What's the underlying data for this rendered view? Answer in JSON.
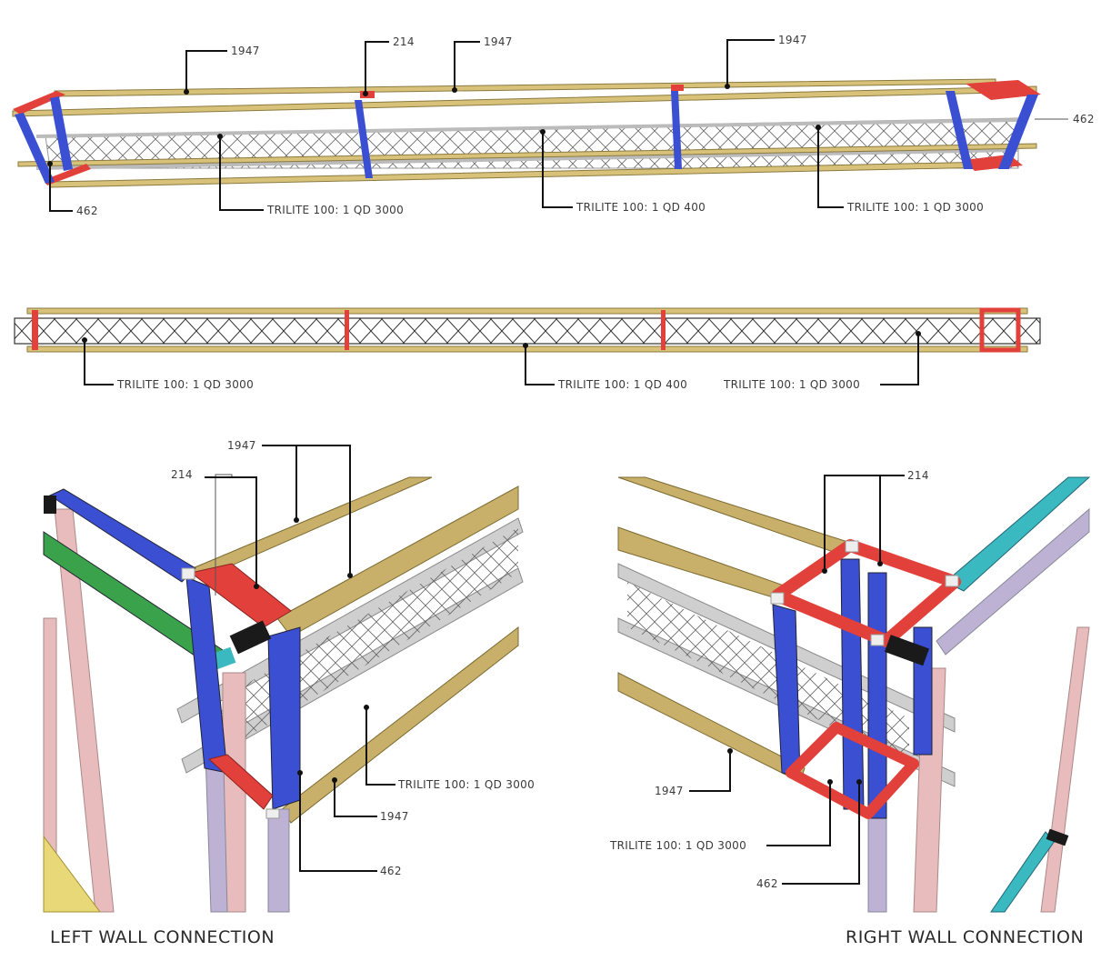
{
  "colors": {
    "gold": "#d8c27a",
    "blue": "#3a4fd1",
    "red": "#e2403b",
    "truss": "#d2d2d2",
    "pink": "#e8bcbc",
    "lavender": "#bdb2d3",
    "green": "#3aa24a",
    "teal": "#3bb9c0",
    "black": "#1a1a1a",
    "tan": "#c9a66b"
  },
  "top_view": {
    "labels": {
      "beam_left": "1947",
      "beam_mid": "1947",
      "beam_right": "1947",
      "connector_214": "214",
      "post_right": "462",
      "post_left": "462",
      "truss_left": "TRILITE 100: 1 QD 3000",
      "truss_mid": "TRILITE 100: 1 QD 400",
      "truss_right": "TRILITE 100: 1 QD 3000"
    }
  },
  "side_view": {
    "labels": {
      "truss_left": "TRILITE 100: 1 QD 3000",
      "truss_mid": "TRILITE 100: 1 QD 400",
      "truss_right": "TRILITE 100: 1 QD 3000"
    }
  },
  "left_detail": {
    "caption": "LEFT WALL CONNECTION",
    "labels": {
      "beam": "1947",
      "connector": "214",
      "truss": "TRILITE 100: 1 QD 3000",
      "beam_bottom": "1947",
      "post": "462"
    }
  },
  "right_detail": {
    "caption": "RIGHT WALL CONNECTION",
    "labels": {
      "connector": "214",
      "beam": "1947",
      "truss": "TRILITE 100: 1 QD 3000",
      "post": "462"
    }
  }
}
